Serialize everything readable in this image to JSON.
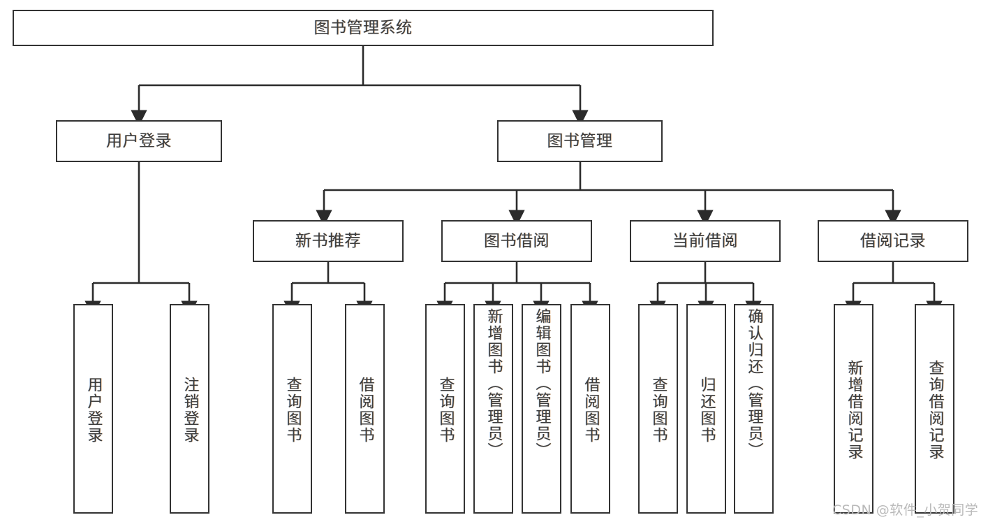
{
  "diagram": {
    "title": "图书管理系统",
    "type": "hierarchy-tree",
    "orientation": "top-down",
    "colors": {
      "box_border": "#333333",
      "box_fill": "#ffffff",
      "edge": "#2b2b2b",
      "text": "#3d3d3d",
      "watermark": "#b9b9b9",
      "background": "#ffffff"
    },
    "levels": [
      {
        "level": 1,
        "nodes": [
          {
            "id": "root",
            "label": "图书管理系统"
          }
        ]
      },
      {
        "level": 2,
        "nodes": [
          {
            "id": "login",
            "label": "用户登录"
          },
          {
            "id": "bookmgmt",
            "label": "图书管理"
          }
        ]
      },
      {
        "level": 3,
        "nodes": [
          {
            "id": "newbook",
            "label": "新书推荐"
          },
          {
            "id": "borrow",
            "label": "图书借阅"
          },
          {
            "id": "current",
            "label": "当前借阅"
          },
          {
            "id": "record",
            "label": "借阅记录"
          }
        ]
      },
      {
        "level": 4,
        "nodes": [
          {
            "id": "l1",
            "label": "用户登录"
          },
          {
            "id": "l2",
            "label": "注销登录"
          },
          {
            "id": "l3",
            "label": "查询图书"
          },
          {
            "id": "l4",
            "label": "借阅图书"
          },
          {
            "id": "l5",
            "label": "查询图书"
          },
          {
            "id": "l6",
            "label": "新增图书（管理员）"
          },
          {
            "id": "l7",
            "label": "编辑图书（管理员）"
          },
          {
            "id": "l8",
            "label": "借阅图书"
          },
          {
            "id": "l9",
            "label": "查询图书"
          },
          {
            "id": "l10",
            "label": "归还图书"
          },
          {
            "id": "l11",
            "label": "确认归还（管理员）"
          },
          {
            "id": "l12",
            "label": "新增借阅记录"
          },
          {
            "id": "l13",
            "label": "查询借阅记录"
          }
        ]
      }
    ],
    "edges": [
      {
        "from": "root",
        "to": "login"
      },
      {
        "from": "root",
        "to": "bookmgmt"
      },
      {
        "from": "bookmgmt",
        "to": "newbook"
      },
      {
        "from": "bookmgmt",
        "to": "borrow"
      },
      {
        "from": "bookmgmt",
        "to": "current"
      },
      {
        "from": "bookmgmt",
        "to": "record"
      },
      {
        "from": "login",
        "to": "l1"
      },
      {
        "from": "login",
        "to": "l2"
      },
      {
        "from": "newbook",
        "to": "l3"
      },
      {
        "from": "newbook",
        "to": "l4"
      },
      {
        "from": "borrow",
        "to": "l5"
      },
      {
        "from": "borrow",
        "to": "l6"
      },
      {
        "from": "borrow",
        "to": "l7"
      },
      {
        "from": "borrow",
        "to": "l8"
      },
      {
        "from": "current",
        "to": "l9"
      },
      {
        "from": "current",
        "to": "l10"
      },
      {
        "from": "current",
        "to": "l11"
      },
      {
        "from": "record",
        "to": "l12"
      },
      {
        "from": "record",
        "to": "l13"
      }
    ]
  },
  "watermark": {
    "text": "CSDN @软件_小贺同学"
  }
}
